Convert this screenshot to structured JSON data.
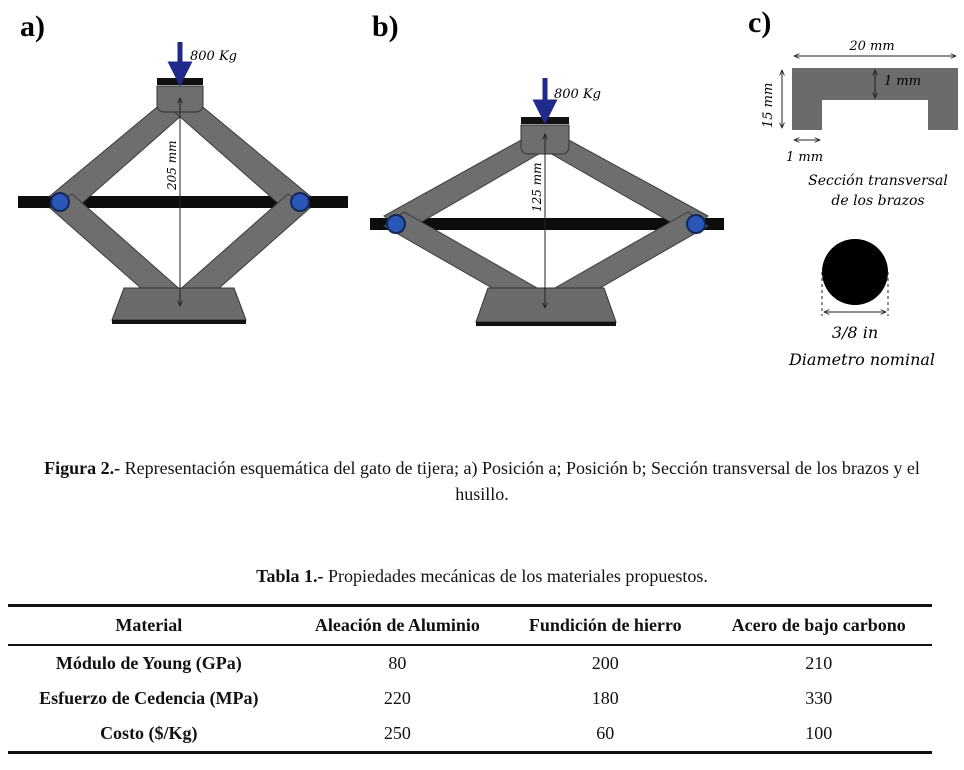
{
  "figure": {
    "panel_a": {
      "label": "a)",
      "load": "800 Kg",
      "height": "205 mm"
    },
    "panel_b": {
      "label": "b)",
      "load": "800 Kg",
      "height": "125 mm"
    },
    "panel_c": {
      "label": "c)",
      "width": "20 mm",
      "thickness": "1 mm",
      "height": "15 mm",
      "wall": "1 mm",
      "section_caption_1": "Sección transversal",
      "section_caption_2": "de los brazos",
      "diameter": "3/8 in",
      "diameter_caption": "Diametro nominal"
    }
  },
  "caption": {
    "label": "Figura 2.-",
    "text": " Representación esquemática del gato de tijera; a) Posición a; Posición b; Sección transversal de los brazos y el husillo."
  },
  "table": {
    "label": "Tabla 1.-",
    "title": " Propiedades mecánicas de los materiales propuestos.",
    "headers": [
      "Material",
      "Aleación de Aluminio",
      "Fundición de hierro",
      "Acero de bajo carbono"
    ],
    "rows": [
      [
        "Módulo de Young (GPa)",
        "80",
        "200",
        "210"
      ],
      [
        "Esfuerzo de Cedencia (MPa)",
        "220",
        "180",
        "330"
      ],
      [
        "Costo ($/Kg)",
        "250",
        "60",
        "100"
      ]
    ]
  }
}
